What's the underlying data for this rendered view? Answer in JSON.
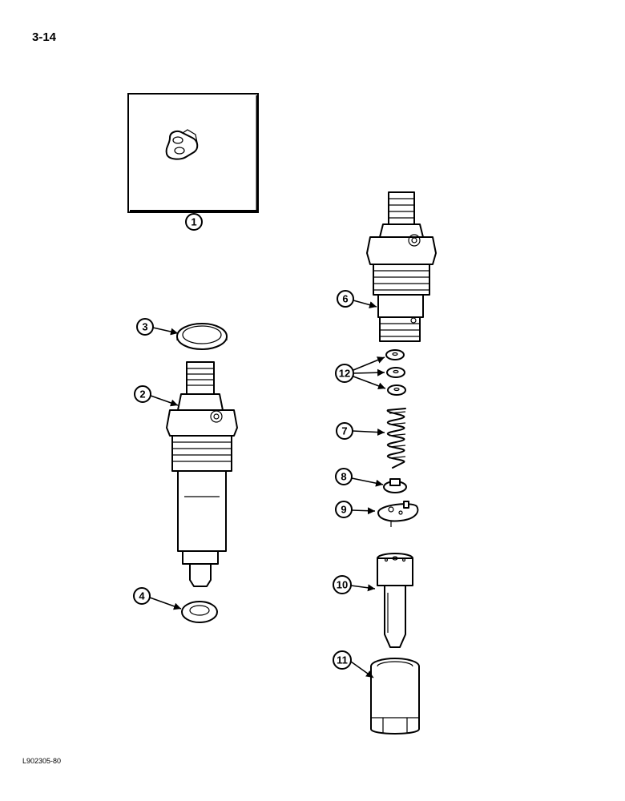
{
  "page_number": "3-14",
  "figure_code": "L902305-80",
  "callouts": {
    "c1": "1",
    "c2": "2",
    "c3": "3",
    "c4": "4",
    "c6": "6",
    "c7": "7",
    "c8": "8",
    "c9": "9",
    "c10": "10",
    "c11": "11",
    "c12": "12"
  }
}
